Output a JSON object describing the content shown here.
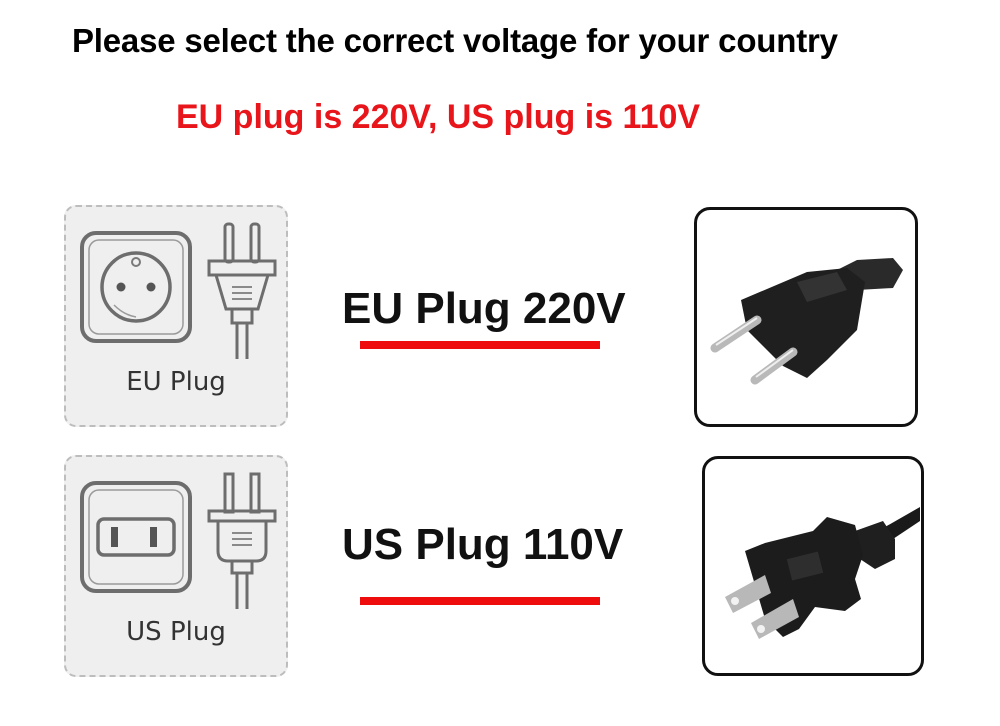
{
  "header": {
    "title": "Please select the correct voltage for your country",
    "subtitle": "EU plug is 220V, US plug is 110V",
    "subtitle_color": "#e8151b"
  },
  "options": [
    {
      "id": "eu",
      "card_label": "EU Plug",
      "heading": "EU Plug 220V",
      "icon": "eu-socket-plug-icon",
      "photo": "eu-plug-photo"
    },
    {
      "id": "us",
      "card_label": "US Plug",
      "heading": "US Plug 110V",
      "icon": "us-socket-plug-icon",
      "photo": "us-plug-photo"
    }
  ],
  "colors": {
    "accent_red": "#ee0c0c",
    "card_bg": "#efefef",
    "card_border": "#bdbdbd"
  }
}
